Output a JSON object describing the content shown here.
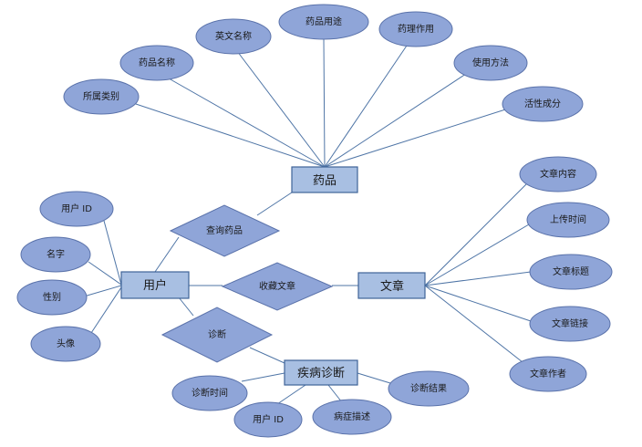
{
  "entities": {
    "drug": "药品",
    "user": "用户",
    "article": "文章",
    "diagnosis": "疾病诊断"
  },
  "relationships": {
    "query_drug": "查询药品",
    "collect_article": "收藏文章",
    "diagnose": "诊断"
  },
  "drug_attributes": [
    "所属类别",
    "药品名称",
    "英文名称",
    "药品用途",
    "药理作用",
    "使用方法",
    "活性成分"
  ],
  "user_attributes": [
    "用户 ID",
    "名字",
    "性别",
    "头像"
  ],
  "article_attributes": [
    "文章内容",
    "上传时间",
    "文章标题",
    "文章链接",
    "文章作者"
  ],
  "diagnosis_attributes": [
    "诊断时间",
    "用户 ID",
    "病症描述",
    "诊断结果"
  ],
  "colors": {
    "entity_fill": "#a8bfe2",
    "shape_fill": "#8fa5d8",
    "line": "#4f75a6"
  }
}
